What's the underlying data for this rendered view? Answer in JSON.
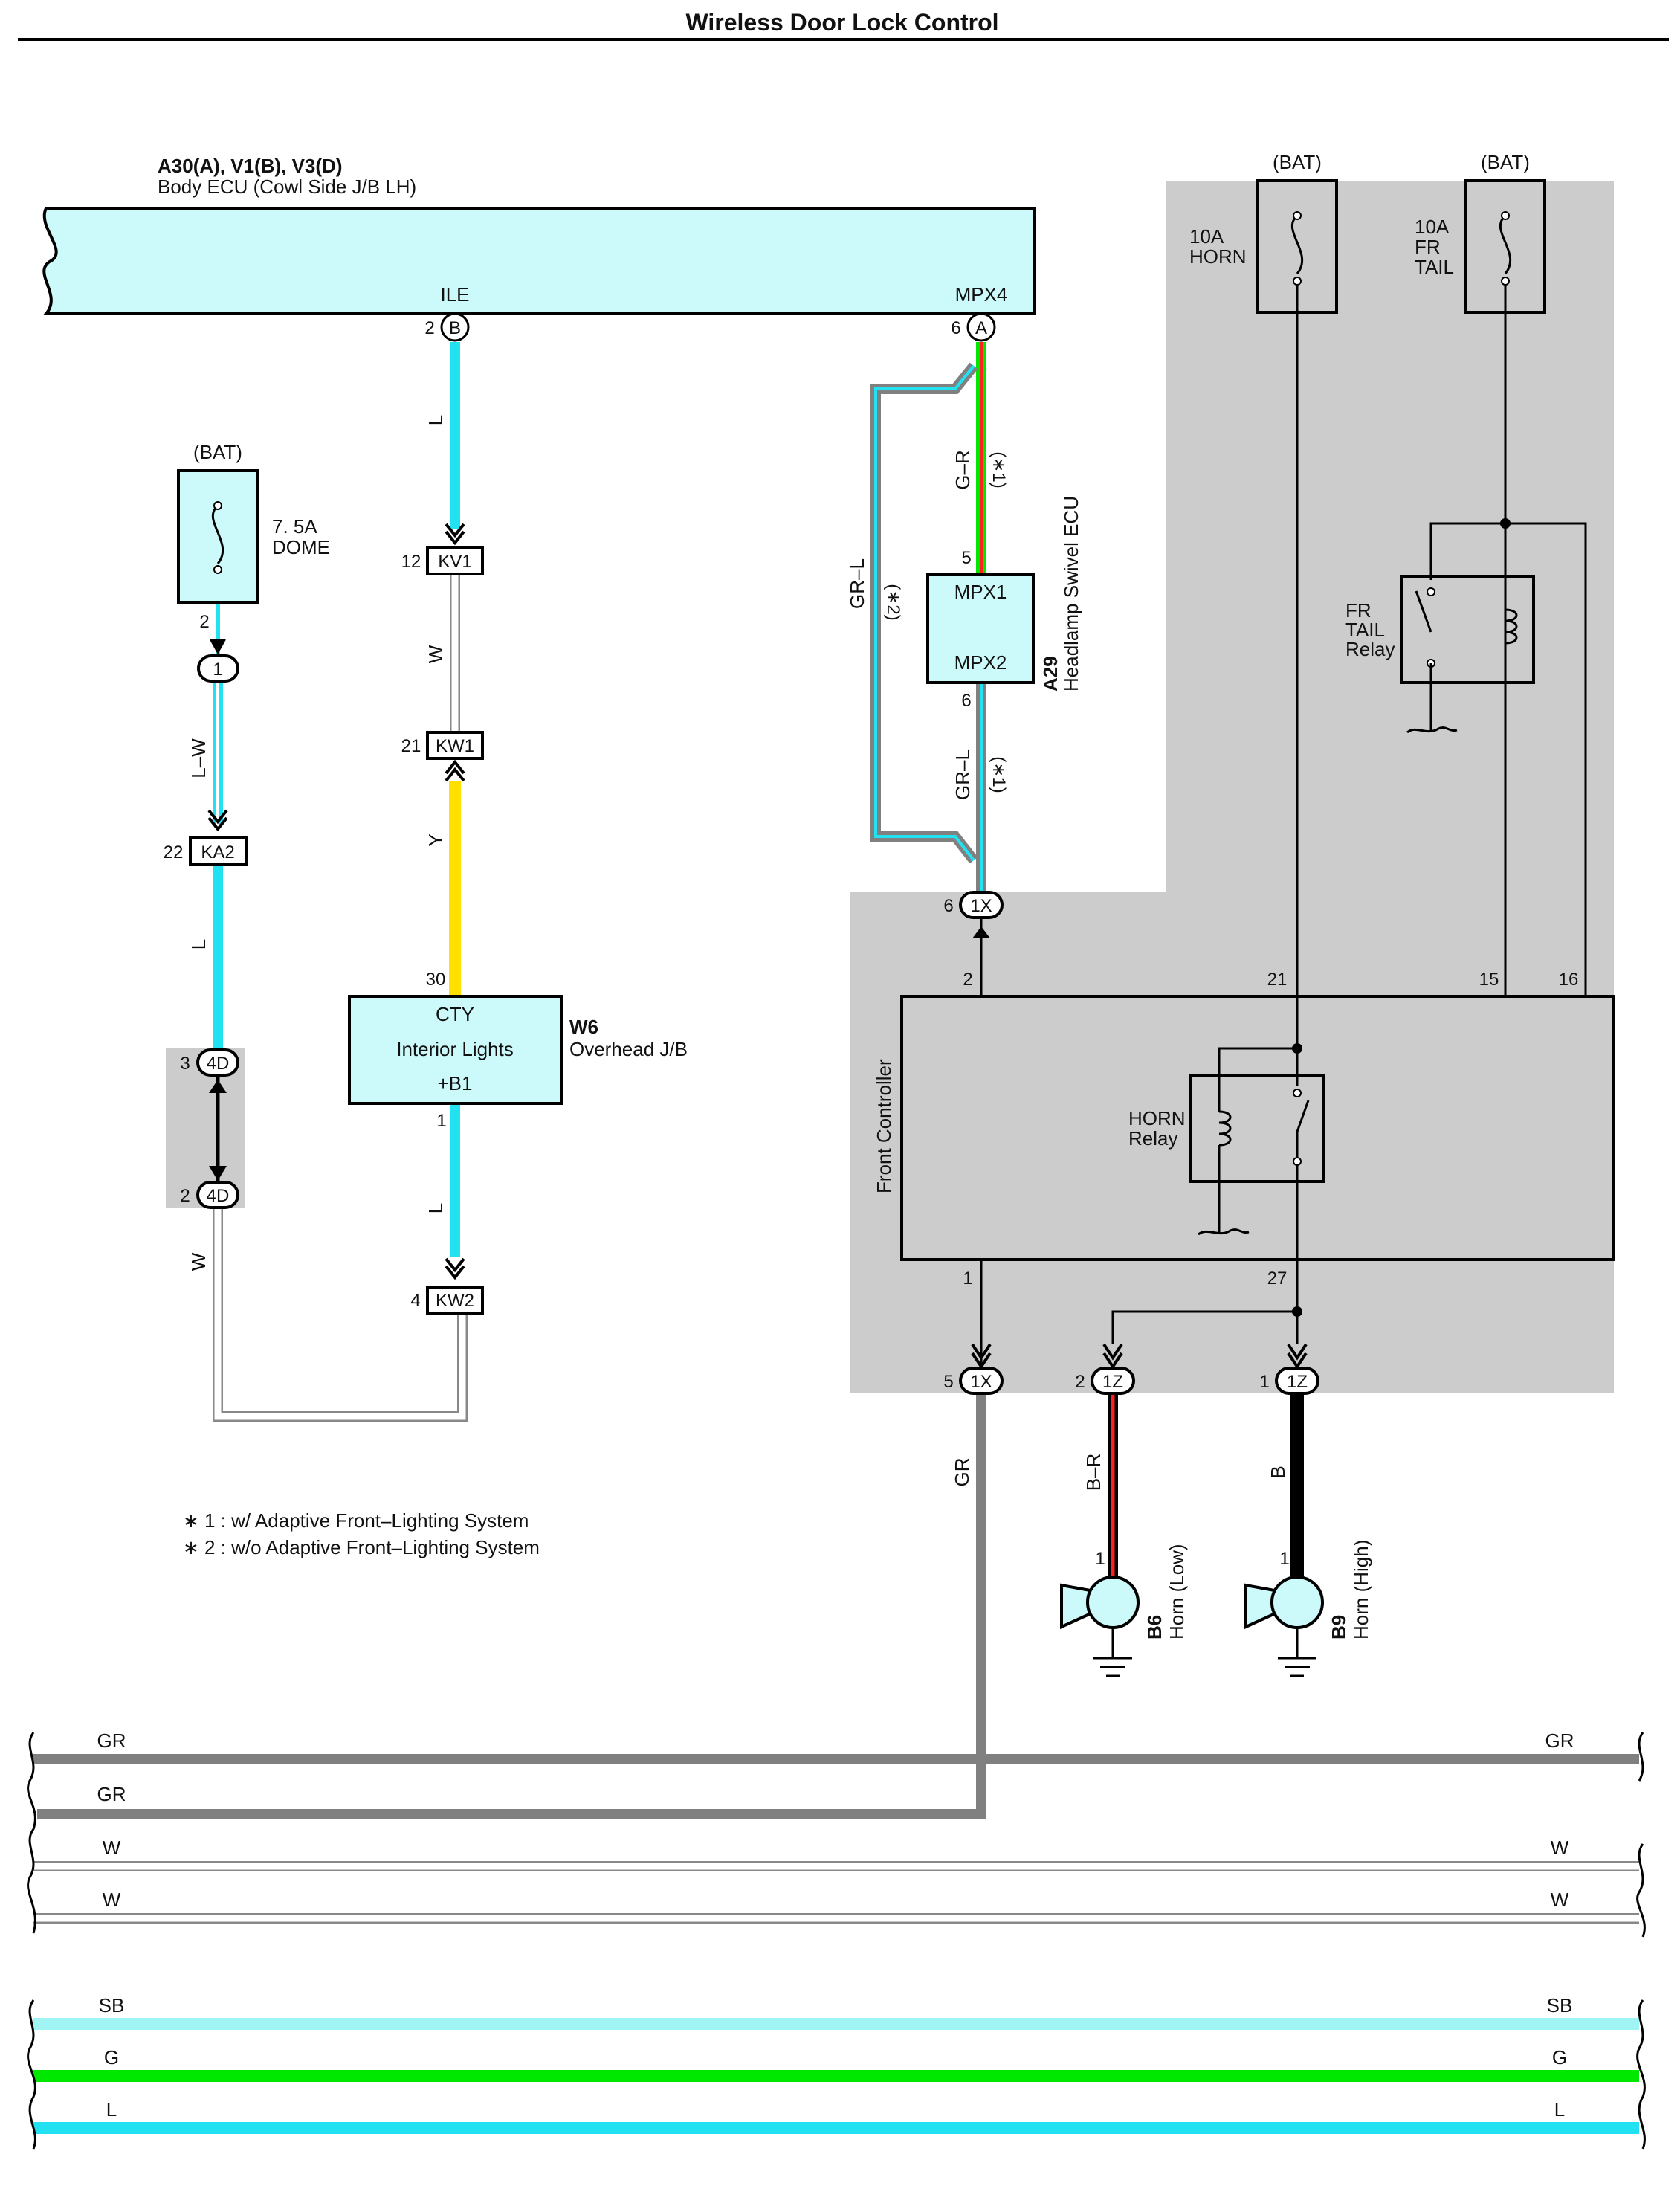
{
  "title": "Wireless Door Lock Control",
  "body_ecu": {
    "codes": "A30(A), V1(B), V3(D)",
    "name": "Body ECU (Cowl Side J/B LH)",
    "terminal_ile": "ILE",
    "terminal_mpx4": "MPX4",
    "pin_ile": "2",
    "conn_ile": "B",
    "pin_mpx4": "6",
    "conn_mpx4": "A"
  },
  "fuses": {
    "dome": {
      "supply": "(BAT)",
      "rating": "7. 5A",
      "name": "DOME",
      "pin": "2"
    },
    "horn": {
      "supply": "(BAT)",
      "rating": "10A",
      "name": "HORN"
    },
    "frtail": {
      "supply": "(BAT)",
      "rating": "10A",
      "name1": "FR",
      "name2": "TAIL"
    }
  },
  "wire_labels": {
    "ile_to_kv1": "L",
    "kv1_to_kw1": "W",
    "kw1_to_w6": "Y",
    "w6_to_kw2": "L",
    "dome_to_ka2": "L–W",
    "ka2_to_4d": "L",
    "4d_to_kw2": "W",
    "mpx4_to_mpx1": "G–R",
    "mpx2_to_1x": "GR–L",
    "bypass": "GR–L",
    "note1": "(∗1)",
    "note2": "(∗2)",
    "front_to_gr": "GR",
    "horn_low": "B–R",
    "horn_high": "B"
  },
  "connectors": {
    "kv1": {
      "name": "KV1",
      "pin": "12"
    },
    "kw1": {
      "name": "KW1",
      "pin": "21"
    },
    "kw2": {
      "name": "KW2",
      "pin": "4"
    },
    "ka2": {
      "name": "KA2",
      "pin": "22"
    },
    "j1": {
      "name": "1",
      "pin": ""
    },
    "d4_top": {
      "name": "4D",
      "pin": "3"
    },
    "d4_bot": {
      "name": "4D",
      "pin": "2"
    },
    "x1_top": {
      "name": "1X",
      "pin": "6"
    },
    "x1_bot": {
      "name": "1X",
      "pin": "5"
    },
    "z1_low": {
      "name": "1Z",
      "pin": "2"
    },
    "z1_high": {
      "name": "1Z",
      "pin": "1"
    }
  },
  "overhead_jb": {
    "code": "W6",
    "name": "Overhead J/B",
    "t1": "CTY",
    "t2": "Interior Lights",
    "t3": "+B1",
    "pin_top": "30",
    "pin_bot": "1"
  },
  "swivel_ecu": {
    "code": "A29",
    "name": "Headlamp Swivel ECU",
    "t1": "MPX1",
    "t2": "MPX2",
    "pin_top": "5",
    "pin_bot": "6"
  },
  "front_controller": {
    "name": "Front Controller",
    "pin_in": "2",
    "pin_horn": "21",
    "pin_15": "15",
    "pin_16": "16",
    "pin_out": "1",
    "pin_27": "27",
    "relay_name1": "HORN",
    "relay_name2": "Relay"
  },
  "frtail_relay": {
    "n1": "FR",
    "n2": "TAIL",
    "n3": "Relay"
  },
  "horns": {
    "low": {
      "code": "B6",
      "name": "Horn (Low)",
      "pin": "1"
    },
    "high": {
      "code": "B9",
      "name": "Horn (High)",
      "pin": "1"
    }
  },
  "notes": [
    "∗ 1 : w/ Adaptive Front–Lighting System",
    "∗ 2 : w/o Adaptive Front–Lighting System"
  ],
  "bus_lines": [
    {
      "label_left": "GR",
      "label_right": "GR",
      "color": "#808080"
    },
    {
      "label_left": "GR",
      "label_right": "",
      "color": "#808080"
    },
    {
      "label_left": "W",
      "label_right": "W",
      "color": "#ffffff"
    },
    {
      "label_left": "W",
      "label_right": "W",
      "color": "#ffffff"
    },
    {
      "label_left": "SB",
      "label_right": "SB",
      "color": "#a0f4f4"
    },
    {
      "label_left": "G",
      "label_right": "G",
      "color": "#00e800"
    },
    {
      "label_left": "L",
      "label_right": "L",
      "color": "#00e0f0"
    }
  ],
  "colors": {
    "cyan_wire": "#22e2f2",
    "light_blue": "#ccfafa",
    "grey_area": "#cccccc",
    "yellow_wire": "#ffe000",
    "green_wire": "#00e800",
    "red_wire": "#ff2020"
  }
}
